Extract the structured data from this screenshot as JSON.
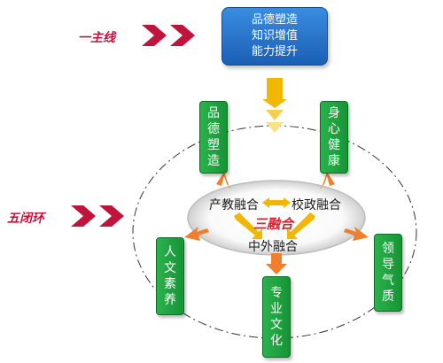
{
  "main_line": {
    "label": "一主线",
    "box_lines": [
      "品德塑造",
      "知识增值",
      "能力提升"
    ]
  },
  "five_rings": {
    "label": "五闭环",
    "boxes": [
      {
        "id": "pinde",
        "label": "品德塑造"
      },
      {
        "id": "shenxin",
        "label": "身心健康"
      },
      {
        "id": "renwen",
        "label": "人文素养"
      },
      {
        "id": "zhuanye",
        "label": "专业文化"
      },
      {
        "id": "lingdao",
        "label": "领导气质"
      }
    ]
  },
  "center": {
    "core": "三融合",
    "items": [
      "产教融合",
      "校政融合",
      "中外融合"
    ]
  },
  "colors": {
    "box_green": "#1f9e3d",
    "box_blue": "#1f6fc8",
    "arrow_orange": "#f07f2d",
    "arrow_gold": "#f2b705",
    "chevron_red": "#c0143c",
    "label_red": "#c0143c"
  }
}
